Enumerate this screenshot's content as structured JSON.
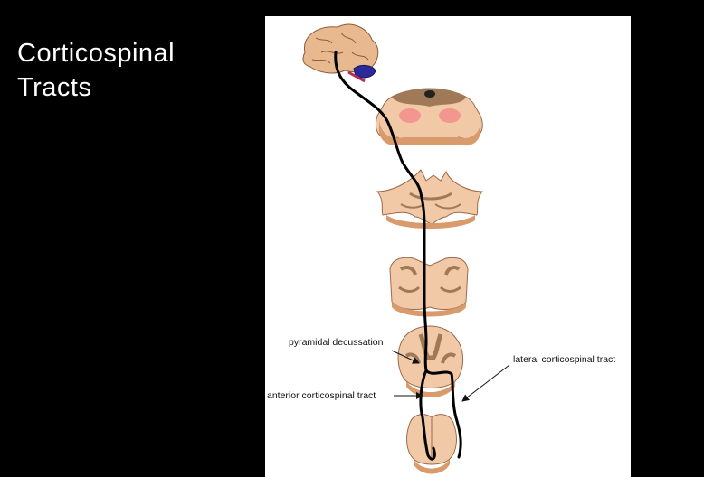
{
  "slide": {
    "title_line1": "Corticospinal",
    "title_line2": "Tracts"
  },
  "diagram": {
    "labels": {
      "pyramidal_decussation": "pyramidal decussation",
      "lateral_tract": "lateral corticospinal tract",
      "anterior_tract": "anterior corticospinal tract"
    },
    "colors": {
      "background": "#000000",
      "panel": "#ffffff",
      "tissue": "#f2c9a6",
      "tissue_dark": "#d99a6c",
      "gray_matter": "#a07a58",
      "tract": "#000000",
      "cerebellum": "#2a2a9a",
      "highlight": "#f28a8a"
    },
    "sections": [
      "brain",
      "midbrain",
      "pons",
      "upper-medulla",
      "lower-medulla",
      "spinal-cord"
    ]
  }
}
